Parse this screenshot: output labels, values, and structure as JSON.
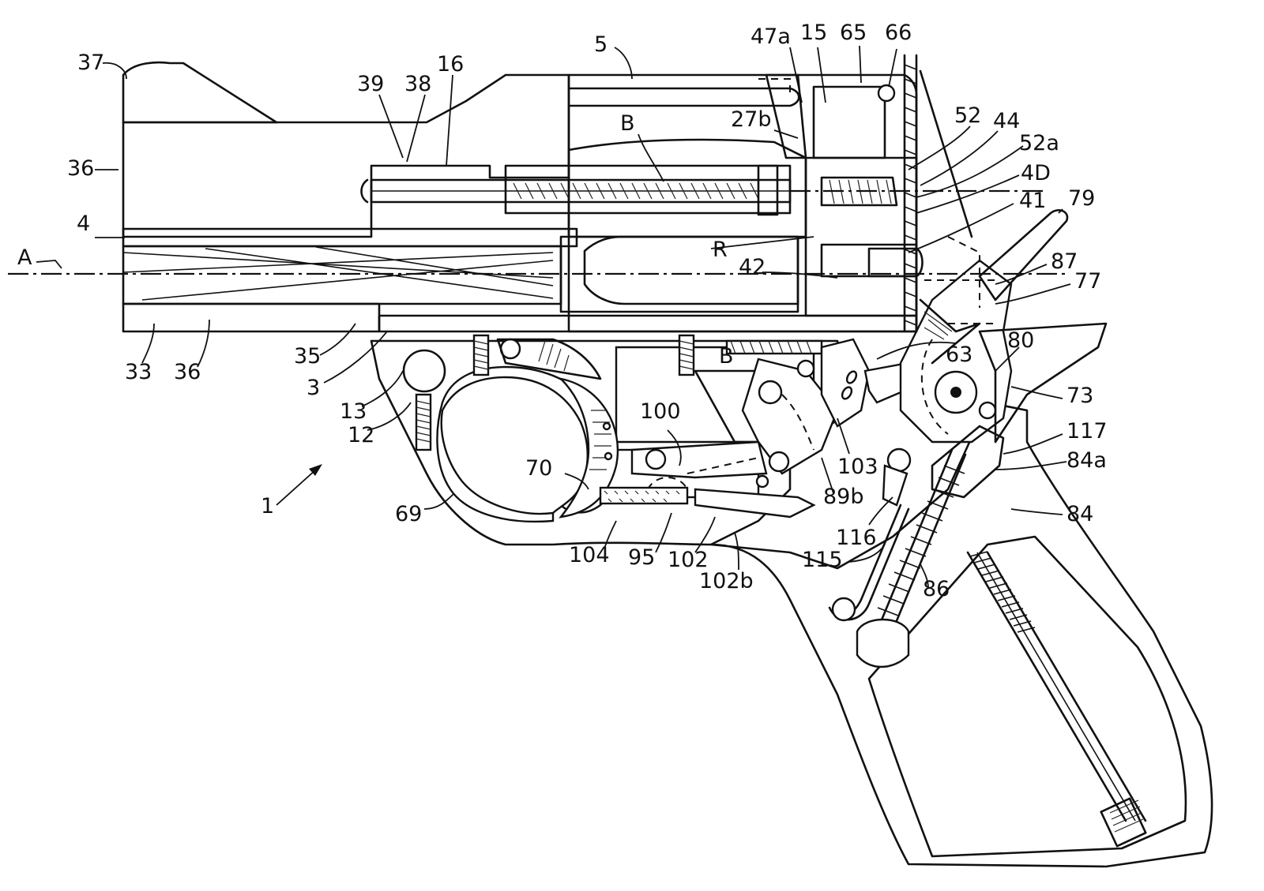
{
  "labels": {
    "l37": "37",
    "l36a": "36",
    "l4": "4",
    "lA": "A",
    "l33": "33",
    "l36b": "36",
    "l35": "35",
    "l3": "3",
    "l13": "13",
    "l12": "12",
    "l1": "1",
    "l69": "69",
    "l39": "39",
    "l38": "38",
    "l16": "16",
    "l5": "5",
    "lB": "B",
    "l27b": "27b",
    "l47a": "47a",
    "l15": "15",
    "l65": "65",
    "l66": "66",
    "l52": "52",
    "l44": "44",
    "l52a": "52a",
    "l40": "4D",
    "l41": "41",
    "l79": "79",
    "l87": "87",
    "l77": "77",
    "lR": "R",
    "l42": "42",
    "l80": "80",
    "l63": "63",
    "l73": "73",
    "l117": "117",
    "l84a": "84a",
    "l84": "84",
    "l100": "100",
    "l70": "70",
    "l103": "103",
    "l89b": "89b",
    "l116": "116",
    "l115": "115",
    "l86": "86",
    "l104": "104",
    "l95": "95",
    "l102": "102",
    "l102b": "102b",
    "lB2": "B"
  }
}
